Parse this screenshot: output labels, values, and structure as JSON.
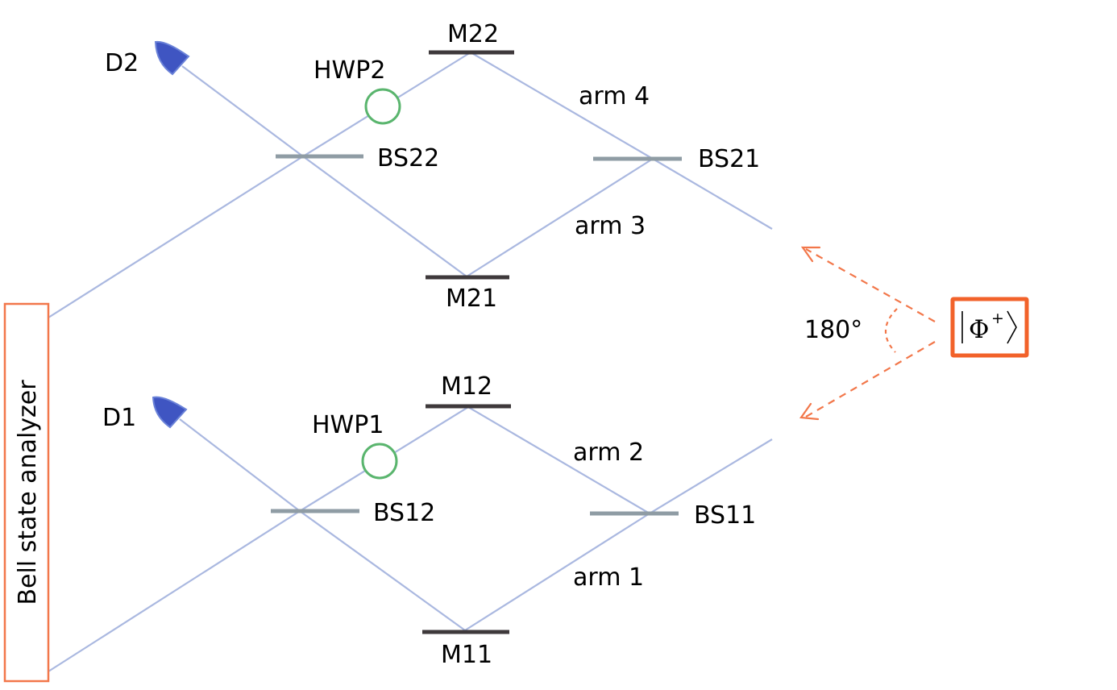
{
  "labels": {
    "d1": "D1",
    "d2": "D2",
    "hwp1": "HWP1",
    "hwp2": "HWP2",
    "m11": "M11",
    "m12": "M12",
    "m21": "M21",
    "m22": "M22",
    "bs11": "BS11",
    "bs12": "BS12",
    "bs21": "BS21",
    "bs22": "BS22",
    "arm1": "arm 1",
    "arm2": "arm 2",
    "arm3": "arm 3",
    "arm4": "arm 4",
    "angle": "180°",
    "analyzer": "Bell state analyzer"
  },
  "source": {
    "state_symbol": "Φ",
    "state_superscript": "+"
  },
  "colors": {
    "beam": "#aab8e0",
    "mirror": "#3e393b",
    "beam_splitter": "#8f9ca4",
    "wave_plate": "#5ab56e",
    "detector": "#3f55c2",
    "accent": "#f2774a"
  }
}
